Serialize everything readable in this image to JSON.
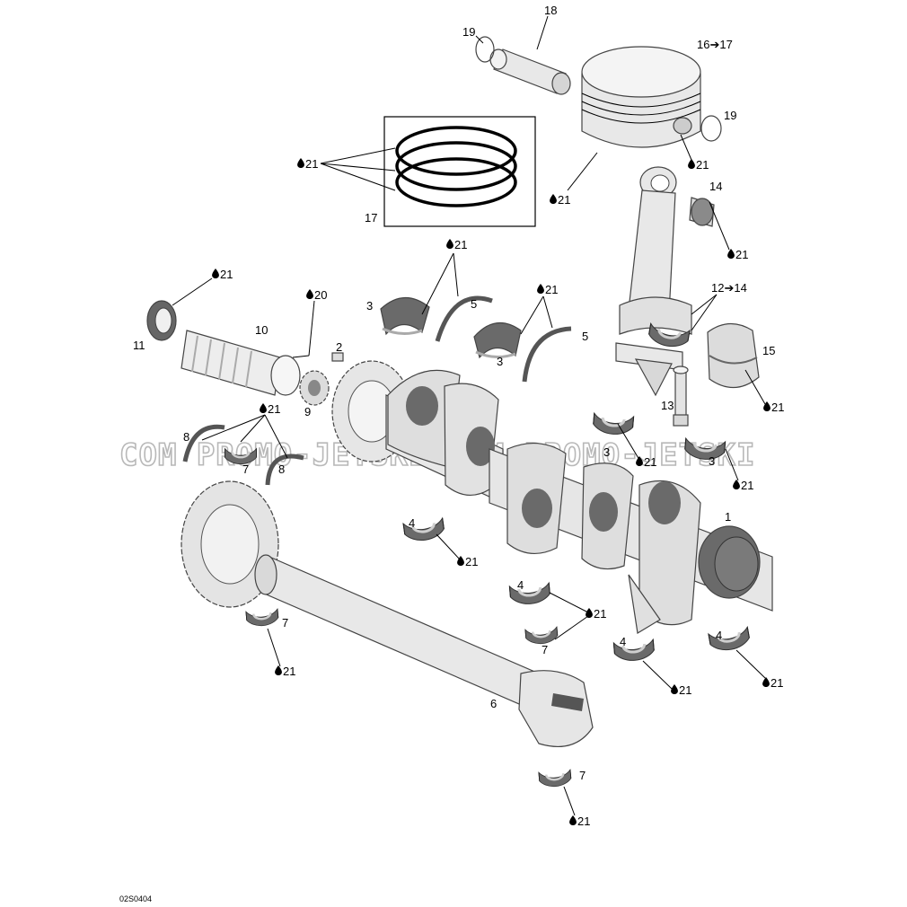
{
  "watermark": "COM   PROMO-JETSKI.COM   PROMO-JETSKI",
  "reference_code": "02S0404",
  "colors": {
    "part_fill": "#e8e8e8",
    "shell_dark": "#6a6a6a",
    "outline": "#444444",
    "watermark_stroke": "#b8b8b8"
  },
  "callouts": {
    "c18": "18",
    "c19a": "19",
    "c16_17": "16➔17",
    "c19b": "19",
    "c21_piston_side": "21",
    "c21_piston": "21",
    "c21_rings": "21",
    "c17": "17",
    "c14": "14",
    "c21_14": "21",
    "c12_14": "12➔14",
    "c15": "15",
    "c21_15": "21",
    "c13": "13",
    "c21_top": "21",
    "c21_seal": "21",
    "c20": "20",
    "c3a": "3",
    "c5a": "5",
    "c21_thrust": "21",
    "c3b": "3",
    "c5b": "5",
    "c11": "11",
    "c10": "10",
    "c2": "2",
    "c9": "9",
    "c8a": "8",
    "c21_8": "21",
    "c7a": "7",
    "c8b": "8",
    "c3c": "3",
    "c21_3c": "21",
    "c3d": "3",
    "c21_3d": "21",
    "c1": "1",
    "c4a": "4",
    "c21_4a": "21",
    "c4b": "4",
    "c21_4b7": "21",
    "c7b": "7",
    "c4c": "4",
    "c21_4c": "21",
    "c4d": "4",
    "c21_4d": "21",
    "c7c": "7",
    "c21_7c": "21",
    "c6": "6",
    "c7d": "7",
    "c21_7d": "21"
  }
}
